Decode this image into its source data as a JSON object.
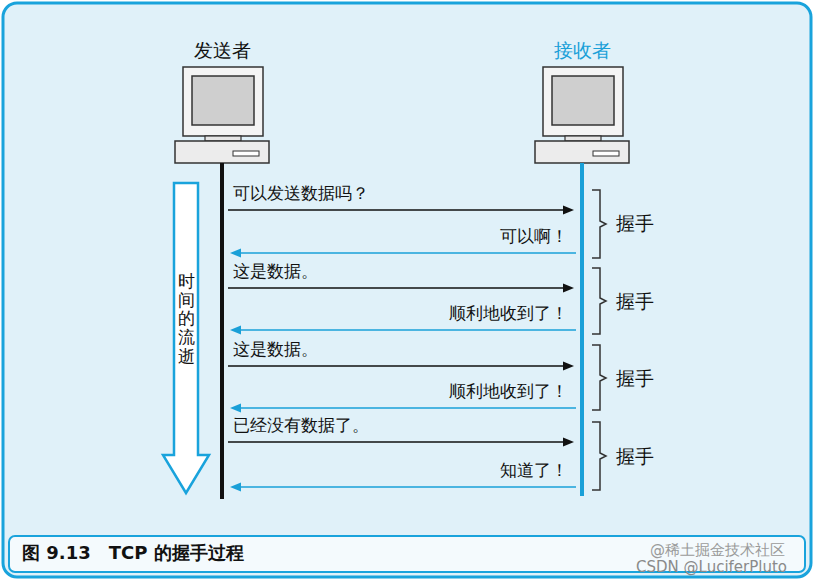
{
  "diagram": {
    "caption": "图 9.13　TCP 的握手过程",
    "nodes": [
      {
        "text": [
          "发送者"
        ]
      },
      {
        "text": [
          "接收者"
        ]
      }
    ],
    "edges": [
      {
        "from": 0,
        "to": 1,
        "arrow": "to",
        "label": "可以发送数据吗？"
      },
      {
        "from": 1,
        "to": 0,
        "arrow": "to",
        "label": "可以啊！"
      },
      {
        "from": 0,
        "to": 1,
        "arrow": "to",
        "label": "这是数据。"
      },
      {
        "from": 1,
        "to": 0,
        "arrow": "to",
        "label": "顺利地收到了！"
      },
      {
        "from": 0,
        "to": 1,
        "arrow": "to",
        "label": "这是数据。"
      },
      {
        "from": 1,
        "to": 0,
        "arrow": "to",
        "label": "顺利地收到了！"
      },
      {
        "from": 0,
        "to": 1,
        "arrow": "to",
        "label": "已经没有数据了。"
      },
      {
        "from": 1,
        "to": 0,
        "arrow": "to",
        "label": "知道了！"
      }
    ],
    "labels": [
      "时间的流逝",
      "握手",
      "握手",
      "握手",
      "握手",
      "@稀土掘金技术社区",
      "CSDN @LuciferPluto"
    ]
  }
}
